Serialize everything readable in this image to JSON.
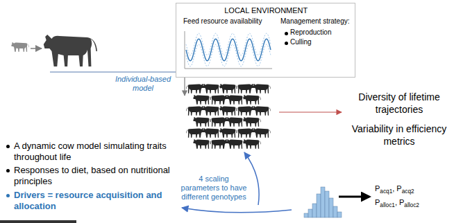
{
  "diagram": {
    "nodes": [
      {
        "text": [
          "LOCAL ENVIRONMENT",
          "Feed resource availability",
          "Management strategy:",
          "Reproduction",
          "Culling"
        ]
      }
    ],
    "labels": [
      "Individual-based model",
      "Diversity of lifetime trajectories",
      "Variability in efficiency metrics",
      "A dynamic cow model simulating traits throughout life",
      "Responses to diet, based on nutritional principles",
      "Drivers = resource acquisition and allocation",
      "4 scaling parameters to have different genotypes",
      "Pacq1, Pacq2",
      "Palloc1, Palloc2"
    ]
  }
}
